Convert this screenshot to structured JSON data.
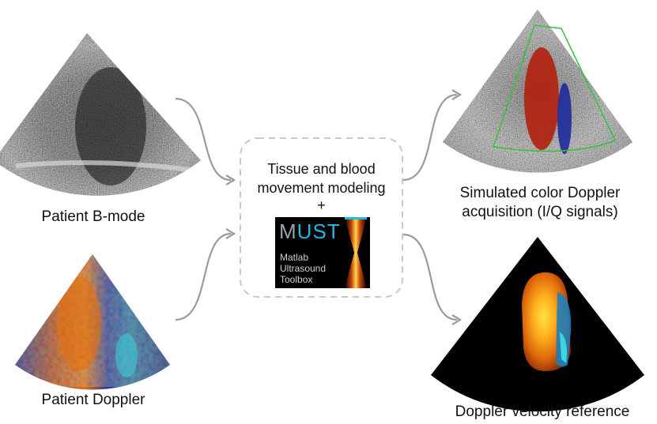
{
  "inputs": {
    "bmode_caption": "Patient B-mode",
    "doppler_caption": "Patient Doppler"
  },
  "center": {
    "line1": "Tissue and blood",
    "line2": "movement modeling",
    "plus": "+",
    "logo": {
      "title_gray": "M",
      "title_blue": "UST",
      "line1": "Matlab",
      "line2": "Ultrasound",
      "line3": "Toolbox"
    }
  },
  "outputs": {
    "simulated_line1": "Simulated color Doppler",
    "simulated_line2": "acquisition (I/Q signals)",
    "reference_caption": "Doppler velocity reference"
  },
  "colors": {
    "arrow": "#9b9b9b",
    "dashed_box": "#c8c8c8",
    "roi_box": "#33c43a",
    "must_blue": "#1eb8e6"
  }
}
